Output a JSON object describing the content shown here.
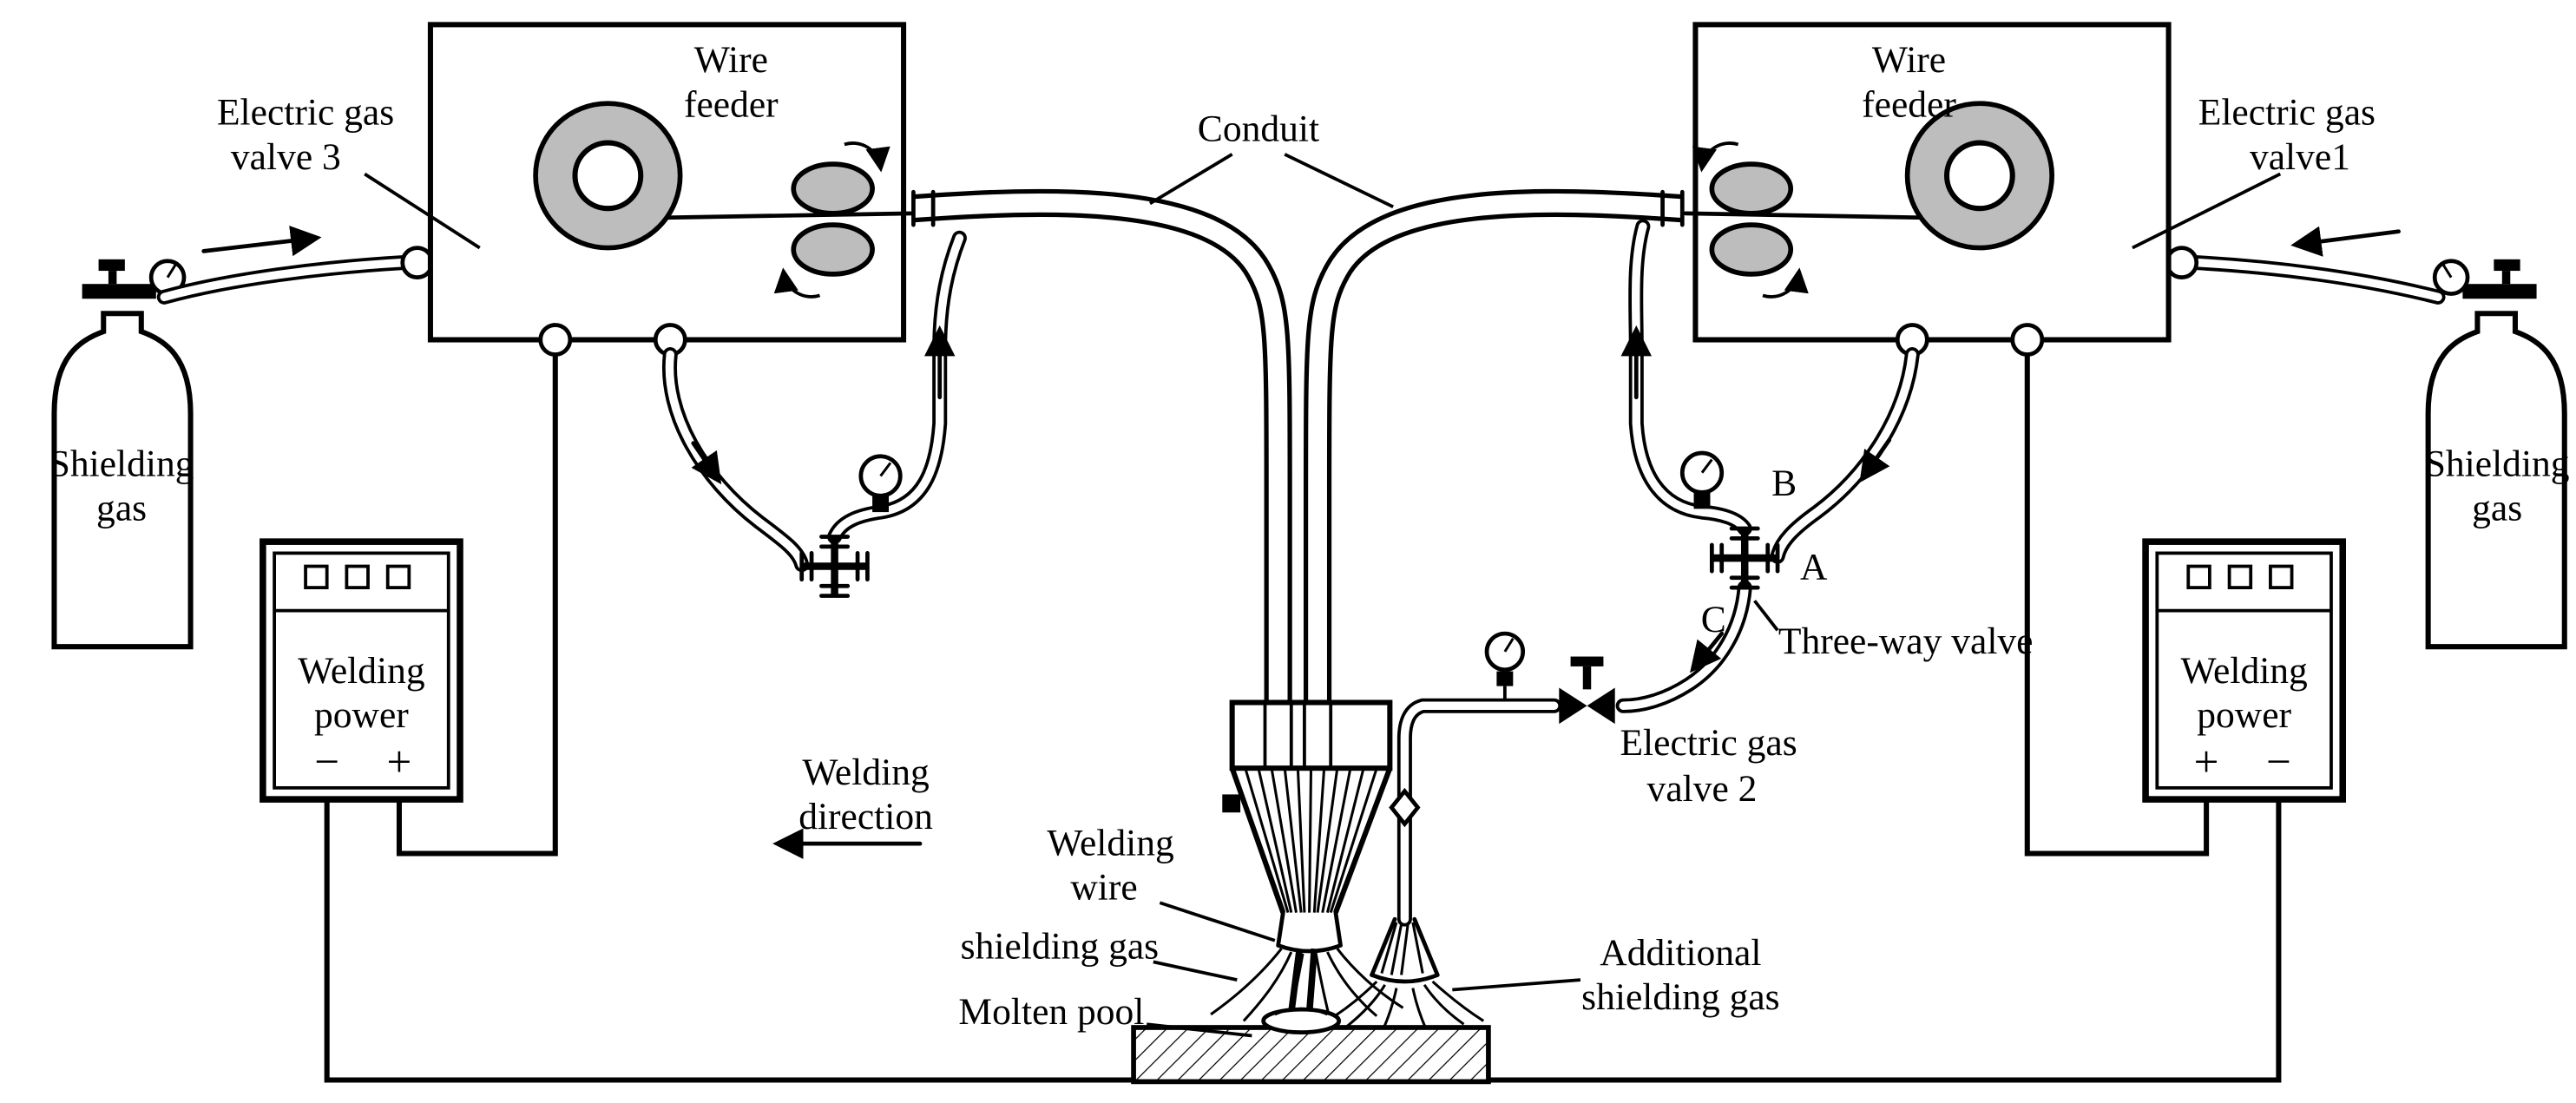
{
  "diagram": {
    "type": "twin-wire-welding-system-schematic",
    "colors": {
      "line": "#000000",
      "spool_gray": "#bdbdbd",
      "background": "#ffffff"
    }
  },
  "labels": {
    "egv3_l1": "Electric gas",
    "egv3_l2": "valve 3",
    "wf_left_l1": "Wire",
    "wf_left_l2": "feeder",
    "conduit": "Conduit",
    "wf_right_l1": "Wire",
    "wf_right_l2": "feeder",
    "egv1_l1": "Electric gas",
    "egv1_l2": "valve1",
    "sg_left_l1": "Shielding",
    "sg_left_l2": "gas",
    "sg_right_l1": "Shielding",
    "sg_right_l2": "gas",
    "wp_left_l1": "Welding",
    "wp_left_l2": "power",
    "wp_left_t1": "−",
    "wp_left_t2": "+",
    "wp_right_l1": "Welding",
    "wp_right_l2": "power",
    "wp_right_t1": "+",
    "wp_right_t2": "−",
    "port_b": "B",
    "port_a": "A",
    "port_c": "C",
    "three_way": "Three-way valve",
    "egv2_l1": "Electric gas",
    "egv2_l2": "valve 2",
    "wdir_l1": "Welding",
    "wdir_l2": "direction",
    "wwire_l1": "Welding",
    "wwire_l2": "wire",
    "sg_torch": "shielding gas",
    "molten": "Molten pool",
    "asg_l1": "Additional",
    "asg_l2": "shielding gas"
  }
}
